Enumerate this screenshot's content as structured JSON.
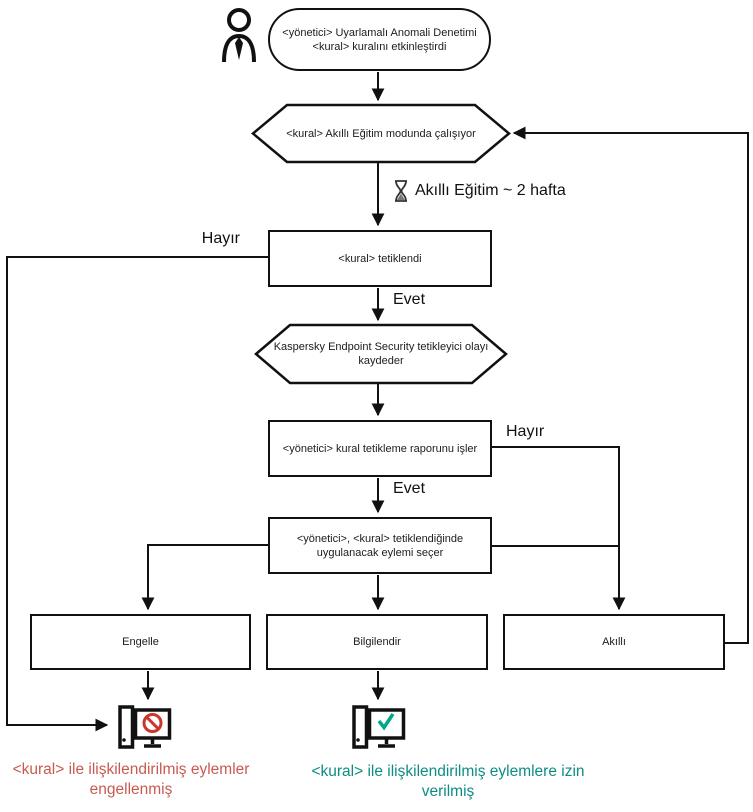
{
  "nodes": {
    "start": {
      "lines": [
        "<yönetici> Uyarlamalı Anomali Denetimi",
        "<kural> kuralını etkinleştirdi"
      ]
    },
    "training_mode": {
      "lines": [
        "<kural> Akıllı Eğitim modunda çalışıyor"
      ]
    },
    "rule_triggered": {
      "lines": [
        "<kural> tetiklendi"
      ]
    },
    "kes_logs_event": {
      "lines": [
        "Kaspersky Endpoint Security tetikleyici olayı",
        "kaydeder"
      ]
    },
    "admin_processes_report": {
      "lines": [
        "<yönetici> kural tetikleme raporunu işler"
      ]
    },
    "admin_selects_action": {
      "lines": [
        "<yönetici>, <kural> tetiklendiğinde",
        "uygulanacak eylemi seçer"
      ]
    },
    "action_block": {
      "lines": [
        "Engelle"
      ]
    },
    "action_inform": {
      "lines": [
        "Bilgilendir"
      ]
    },
    "action_smart": {
      "lines": [
        "Akıllı"
      ]
    }
  },
  "edge_labels": {
    "no_rule_not_triggered": "Hayır",
    "yes_rule_triggered": "Evet",
    "no_report_not_processed": "Hayır",
    "yes_report_processed": "Evet",
    "training_duration": "Akıllı Eğitim ~ 2 hafta"
  },
  "captions": {
    "blocked": {
      "lines": [
        "<kural> ile ilişkilendirilmiş eylemler",
        "engellenmiş"
      ]
    },
    "allowed": {
      "lines": [
        "<kural> ile ilişkilendirilmiş eylemlere izin",
        "verilmiş"
      ]
    }
  },
  "icons": {
    "person": "person-icon",
    "hourglass": "hourglass-icon",
    "computer_blocked": "computer-blocked-icon",
    "computer_allowed": "computer-allowed-icon",
    "prohibition": "prohibition-icon",
    "checkmark": "check-icon"
  },
  "colors": {
    "line": "#111111",
    "blocked_red": "#cc352b",
    "allowed_green": "#00a88b",
    "caption_blocked": "#c75b50",
    "caption_allowed": "#0e8c84"
  }
}
